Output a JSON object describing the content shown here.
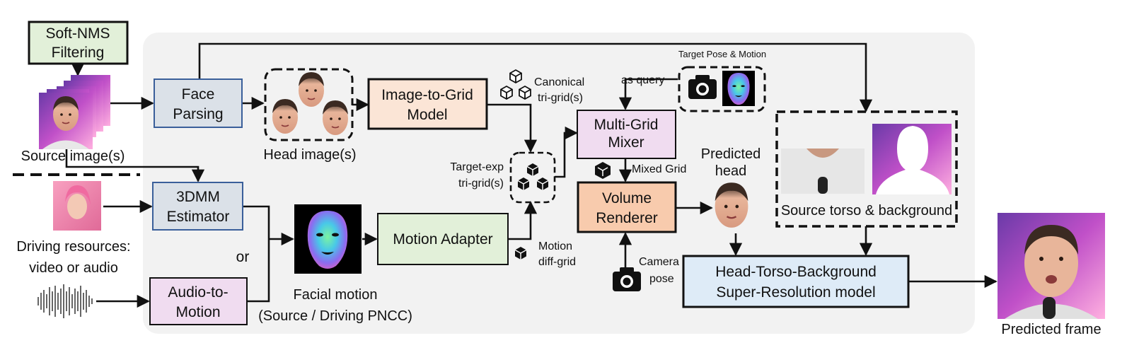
{
  "colors": {
    "panel_bg": "#f2f2f2",
    "soft_nms_fill": "#e2f0d9",
    "face_parsing_fill": "#dbe1e8",
    "image_to_grid_fill": "#fbe5d6",
    "mixer_fill": "#f0dcf0",
    "volume_fill": "#f8cbad",
    "motion_adapter_fill": "#e2f0d9",
    "estimator_fill": "#dbe1e8",
    "audio_fill": "#f0dcf0",
    "sr_fill": "#deebf7",
    "border_blue": "#3a5f9a",
    "border_dark": "#111111"
  },
  "boxes": {
    "soft_nms": [
      "Soft-NMS",
      "Filtering"
    ],
    "face_parsing": [
      "Face",
      "Parsing"
    ],
    "image_to_grid": [
      "Image-to-Grid",
      "Model"
    ],
    "multi_grid_mixer": [
      "Multi-Grid",
      "Mixer"
    ],
    "volume_renderer": [
      "Volume",
      "Renderer"
    ],
    "estimator_3dmm": [
      "3DMM",
      "Estimator"
    ],
    "audio_to_motion": [
      "Audio-to-",
      "Motion"
    ],
    "motion_adapter": "Motion Adapter",
    "super_resolution": [
      "Head-Torso-Background",
      "Super-Resolution model"
    ]
  },
  "labels": {
    "source_images": "Source image(s)",
    "head_images": "Head image(s)",
    "canonical_trigrid": [
      "Canonical",
      "tri-grid(s)"
    ],
    "target_exp_trigrid": [
      "Target-exp",
      "tri-grid(s)"
    ],
    "as_query": "as query",
    "target_pose_motion": "Target Pose & Motion",
    "mixed_grid": "Mixed Grid",
    "predicted_head": [
      "Predicted",
      "head"
    ],
    "source_torso_bg": "Source torso & background",
    "driving_resources": [
      "Driving resources:",
      "video or audio"
    ],
    "or": "or",
    "facial_motion": [
      "Facial motion",
      "(Source / Driving PNCC)"
    ],
    "motion_diffgrid": [
      "Motion",
      "diff-grid"
    ],
    "camera_pose": [
      "Camera",
      "pose"
    ],
    "predicted_frame": "Predicted frame"
  },
  "icons": {
    "camera": "camera-icon",
    "cube": "cube-icon",
    "waveform": "audio-waveform-icon",
    "face_mask": "pncc-face-mask-icon"
  }
}
